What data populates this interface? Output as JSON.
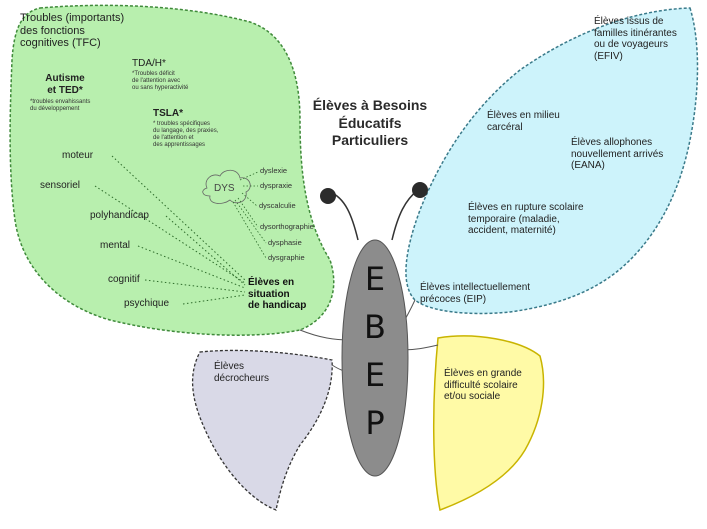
{
  "title": "Élèves à Besoins\nÉducatifs\nParticuliers",
  "body_letters": [
    "E",
    "B",
    "E",
    "P"
  ],
  "colors": {
    "green_wing": "#b8efae",
    "blue_wing": "#cdf3fb",
    "grey_wing": "#d9d9e7",
    "yellow_wing": "#fffaa6",
    "body": "#8c8c8c",
    "antenna_tip": "#2b2b2b"
  },
  "green_wing": {
    "tfc": "Troubles (importants)\ndes fonctions\ncognitives (TFC)",
    "autism": "Autisme\net TED*",
    "autism_note": "*troubles envahissants\ndu développement",
    "tdah": "TDA/H*",
    "tdah_note": "*Troubles déficit\nde l'attention avec\nou sans hyperactivité",
    "tsla": "TSLA*",
    "tsla_note": "* troubles spécifiques\ndu langage, des praxies,\nde l'attention et\ndes apprentissages",
    "dys": "DYS",
    "dys_items": [
      "dyslexie",
      "dyspraxie",
      "dyscalculie",
      "dysorthographie",
      "dysphasie",
      "dysgraphie"
    ],
    "handicaps": [
      "moteur",
      "sensoriel",
      "polyhandicap",
      "mental",
      "cognitif",
      "psychique"
    ],
    "situation": "Élèves en\nsituation\nde handicap"
  },
  "blue_wing": {
    "efiv": "Élèves issus de\nfamilles itinérantes\nou de voyageurs\n(EFIV)",
    "carceral": "Élèves en milieu\ncarcéral",
    "eana": "Élèves allophones\nnouvellement arrivés\n(EANA)",
    "rupture": "Élèves en rupture scolaire\ntemporaire (maladie,\naccident, maternité)",
    "eip": "Élèves intellectuellement\nprécoces (EIP)"
  },
  "grey_wing": {
    "label": "Élèves\ndécrocheurs"
  },
  "yellow_wing": {
    "label": "Élèves en grande\ndifficulté scolaire\net/ou sociale"
  }
}
